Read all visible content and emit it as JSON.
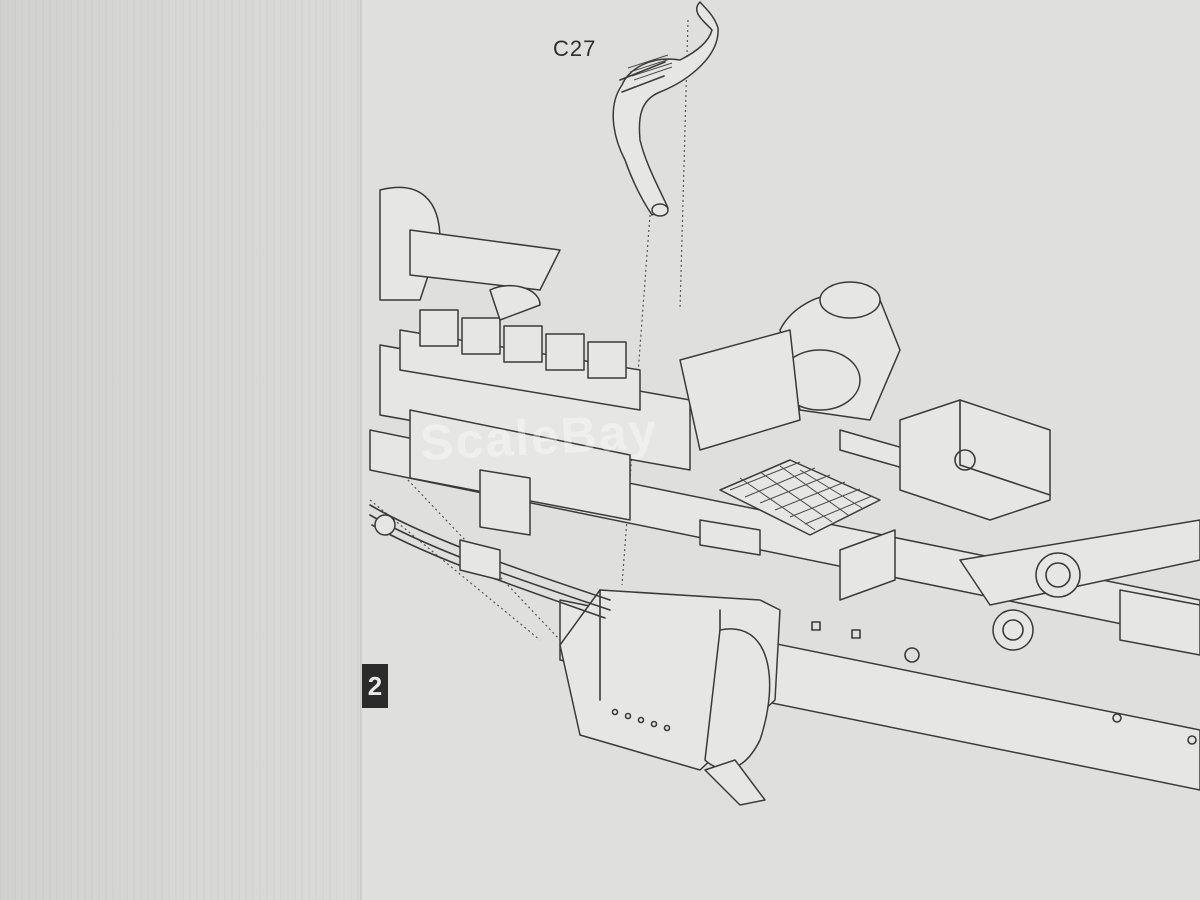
{
  "instruction_sheet": {
    "step_number": "2",
    "part_callout": "C27",
    "watermark": "ScaleBay"
  }
}
